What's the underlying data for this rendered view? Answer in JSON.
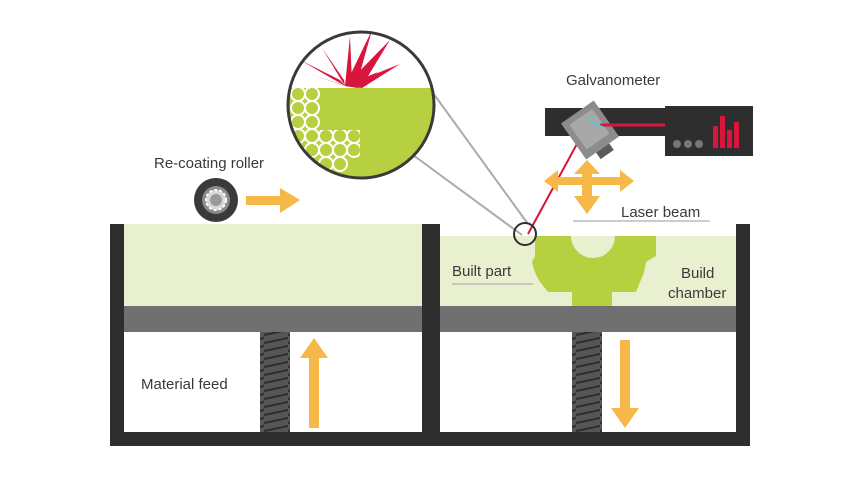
{
  "labels": {
    "roller": "Re-coating roller",
    "galvanometer": "Galvanometer",
    "laser_beam": "Laser beam",
    "built_part": "Built part",
    "build_chamber_line1": "Build",
    "build_chamber_line2": "chamber",
    "material_feed": "Material feed"
  },
  "colors": {
    "powder": "#e8f0cf",
    "part": "#b7d040",
    "wall": "#2e2e2e",
    "platform": "#707070",
    "arrow": "#f7b84a",
    "laser": "#d8153c",
    "screw": "#4a4a4a"
  },
  "icons": {
    "magnifier": "zoom-circle",
    "part_shape": "gear-icon",
    "roller": "roller-icon",
    "galvanometer": "galvo-mirror-icon",
    "controller": "laser-controller-icon"
  }
}
